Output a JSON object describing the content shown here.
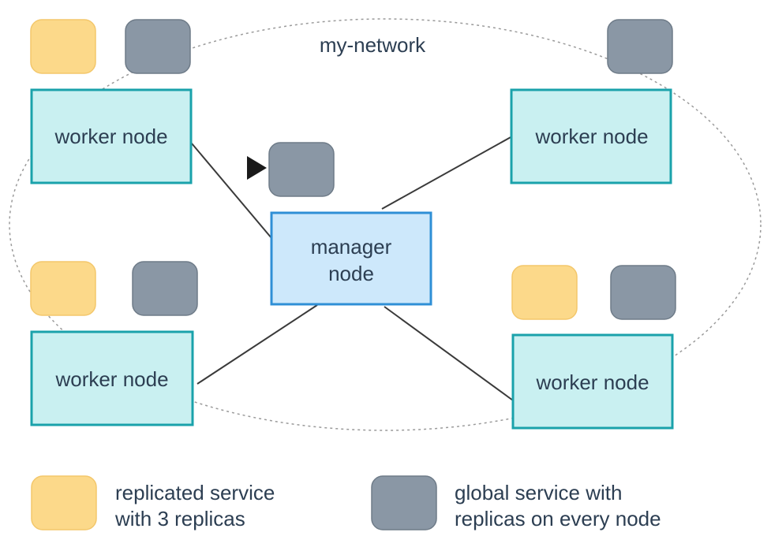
{
  "network": {
    "label": "my-network"
  },
  "nodes": {
    "worker_top_left": "worker node",
    "worker_top_right": "worker node",
    "worker_bottom_left": "worker node",
    "worker_bottom_right": "worker node",
    "manager_line1": "manager",
    "manager_line2": "node"
  },
  "legend": {
    "replicated_line1": "replicated service",
    "replicated_line2": "with 3 replicas",
    "global_line1": "global service with",
    "global_line2": "replicas on every node"
  },
  "colors": {
    "replicated": "#fcd98a",
    "global": "#8a97a5",
    "worker_fill": "#c9f0f1",
    "worker_stroke": "#1aa2ab",
    "manager_fill": "#cde8fb",
    "manager_stroke": "#2f8fd6"
  }
}
